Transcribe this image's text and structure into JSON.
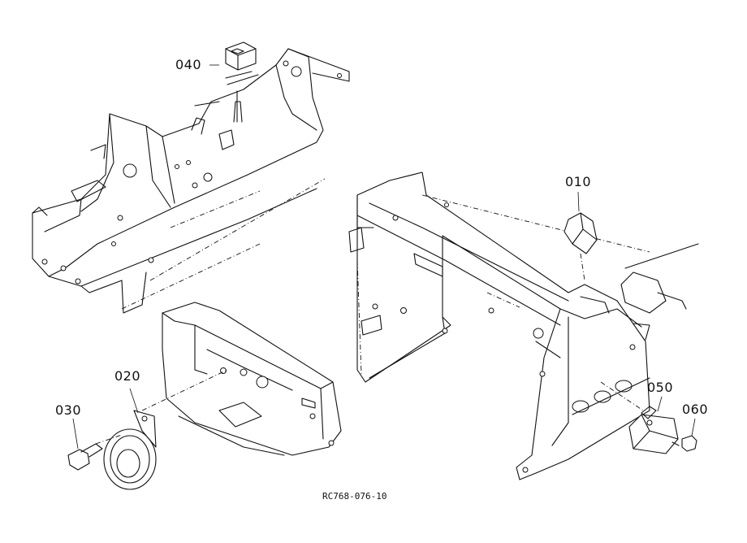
{
  "parts": {
    "p010": "010",
    "p020": "020",
    "p030": "030",
    "p040": "040",
    "p050": "050",
    "p060": "060"
  },
  "drawing_code": "RC768-076-10"
}
